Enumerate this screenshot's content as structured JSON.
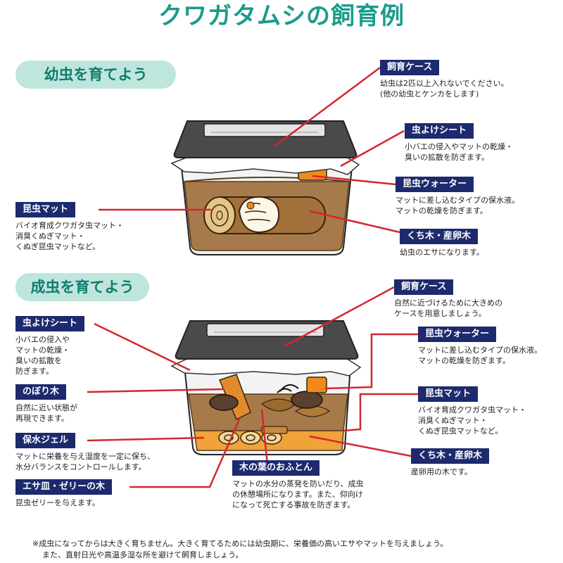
{
  "title": "クワガタムシの飼育例",
  "section1": {
    "heading": "幼虫を育てよう",
    "labels": {
      "case": {
        "tag": "飼育ケース",
        "lines": [
          "幼虫は2匹以上入れないでください。",
          "(他の幼虫とケンカをします)"
        ]
      },
      "sheet": {
        "tag": "虫よけシート",
        "lines": [
          "小バエの侵入やマットの乾燥・",
          "臭いの拡散を防ぎます。"
        ]
      },
      "water": {
        "tag": "昆虫ウォーター",
        "lines": [
          "マットに差し込むタイプの保水液。",
          "マットの乾燥を防ぎます。"
        ]
      },
      "wood": {
        "tag": "くち木・産卵木",
        "lines": [
          "幼虫のエサになります。"
        ]
      },
      "mat": {
        "tag": "昆虫マット",
        "lines": [
          "バイオ育成クワガタ虫マット・",
          "消臭くぬぎマット・",
          "くぬぎ昆虫マットなど。"
        ]
      }
    }
  },
  "section2": {
    "heading": "成虫を育てよう",
    "labels": {
      "case": {
        "tag": "飼育ケース",
        "lines": [
          "自然に近づけるために大きめの",
          "ケースを用意しましょう。"
        ]
      },
      "sheet": {
        "tag": "虫よけシート",
        "lines": [
          "小バエの侵入や",
          "マットの乾燥・",
          "臭いの拡散を",
          "防ぎます。"
        ]
      },
      "water": {
        "tag": "昆虫ウォーター",
        "lines": [
          "マットに差し込むタイプの保水液。",
          "マットの乾燥を防ぎます。"
        ]
      },
      "climb": {
        "tag": "のぼり木",
        "lines": [
          "自然に近い状態が",
          "再現できます。"
        ]
      },
      "mat": {
        "tag": "昆虫マット",
        "lines": [
          "バイオ育成クワガタ虫マット・",
          "消臭くぬぎマット・",
          "くぬぎ昆虫マットなど。"
        ]
      },
      "gel": {
        "tag": "保水ジェル",
        "lines": [
          "マットに栄養を与え湿度を一定に保ち、",
          "水分バランスをコントロールします。"
        ]
      },
      "wood": {
        "tag": "くち木・産卵木",
        "lines": [
          "産卵用の木です。"
        ]
      },
      "leaf": {
        "tag": "木の葉のおふとん",
        "lines": [
          "マットの水分の蒸発を防いだり、成虫",
          "の休憩場所になります。また、仰向け",
          "になって死亡する事故を防ぎます。"
        ]
      },
      "feeder": {
        "tag": "エサ皿・ゼリーの木",
        "lines": [
          "昆虫ゼリーを与えます。"
        ]
      }
    }
  },
  "footnote": [
    "※成虫になってからは大きく育ちません。大きく育てるためには幼虫期に、栄養価の高いエサやマットを与えましょう。",
    "また、直射日光や高温多湿な所を避けて飼育しましょう。"
  ],
  "colors": {
    "title": "#1a9b8c",
    "pill_bg": "#bfe6dc",
    "tag_bg": "#1d2a6e",
    "pointer": "#d6262f"
  }
}
